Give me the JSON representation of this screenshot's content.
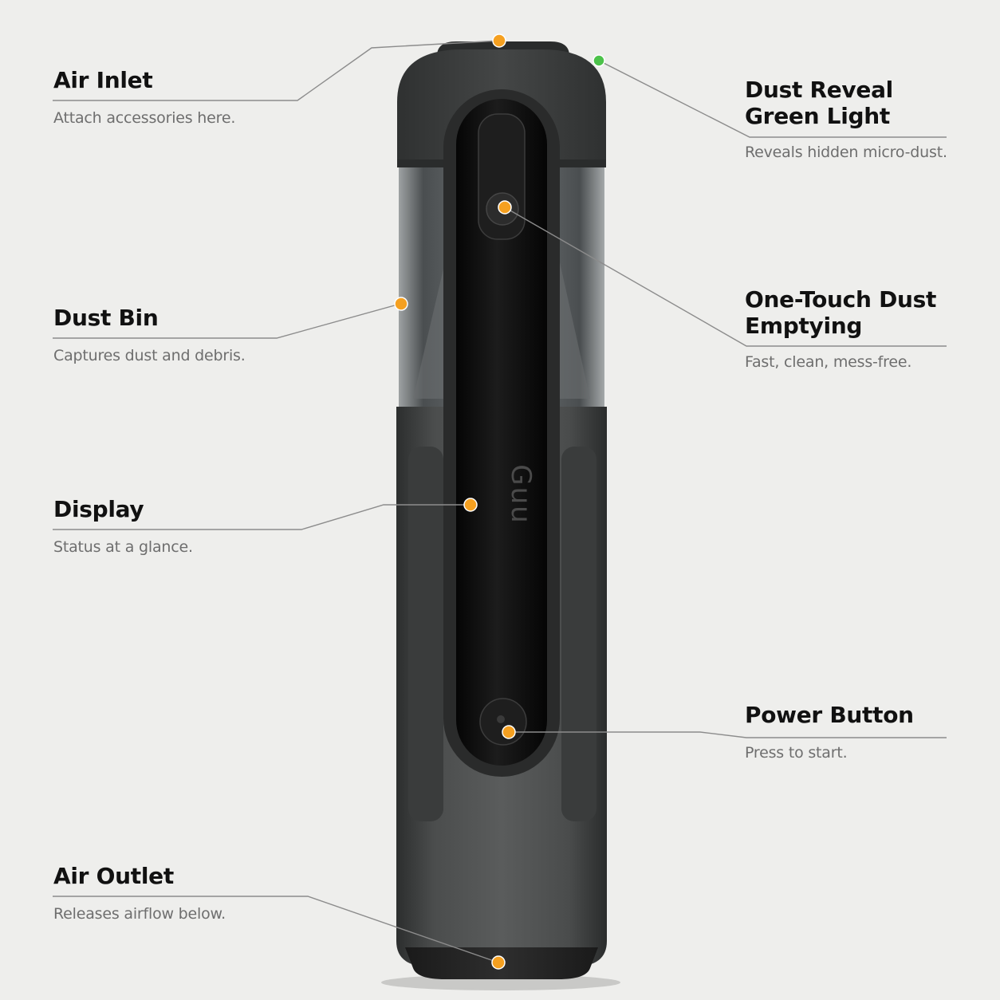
{
  "brand": {
    "logo_text": "Guu"
  },
  "colors": {
    "background": "#eeeeec",
    "leader_line": "#8c8c8c",
    "marker_orange": "#f5a020",
    "marker_green": "#4cc24a",
    "body_dark": "#3a3c3c",
    "panel_black": "#0c0c0c"
  },
  "callouts": [
    {
      "id": "air-inlet",
      "title": "Air Inlet",
      "description": "Attach accessories here.",
      "marker": "orange"
    },
    {
      "id": "dust-bin",
      "title": "Dust Bin",
      "description": "Captures dust and debris.",
      "marker": "orange"
    },
    {
      "id": "display",
      "title": "Display",
      "description": "Status at a glance.",
      "marker": "orange"
    },
    {
      "id": "air-outlet",
      "title": "Air Outlet",
      "description": "Releases airflow below.",
      "marker": "orange"
    },
    {
      "id": "dust-reveal-light",
      "title": "Dust Reveal\nGreen Light",
      "description": "Reveals hidden micro-dust.",
      "marker": "green"
    },
    {
      "id": "one-touch-emptying",
      "title": "One-Touch Dust\nEmptying",
      "description": "Fast, clean, mess-free.",
      "marker": "orange"
    },
    {
      "id": "power-button",
      "title": "Power Button",
      "description": "Press to start.",
      "marker": "orange"
    }
  ]
}
